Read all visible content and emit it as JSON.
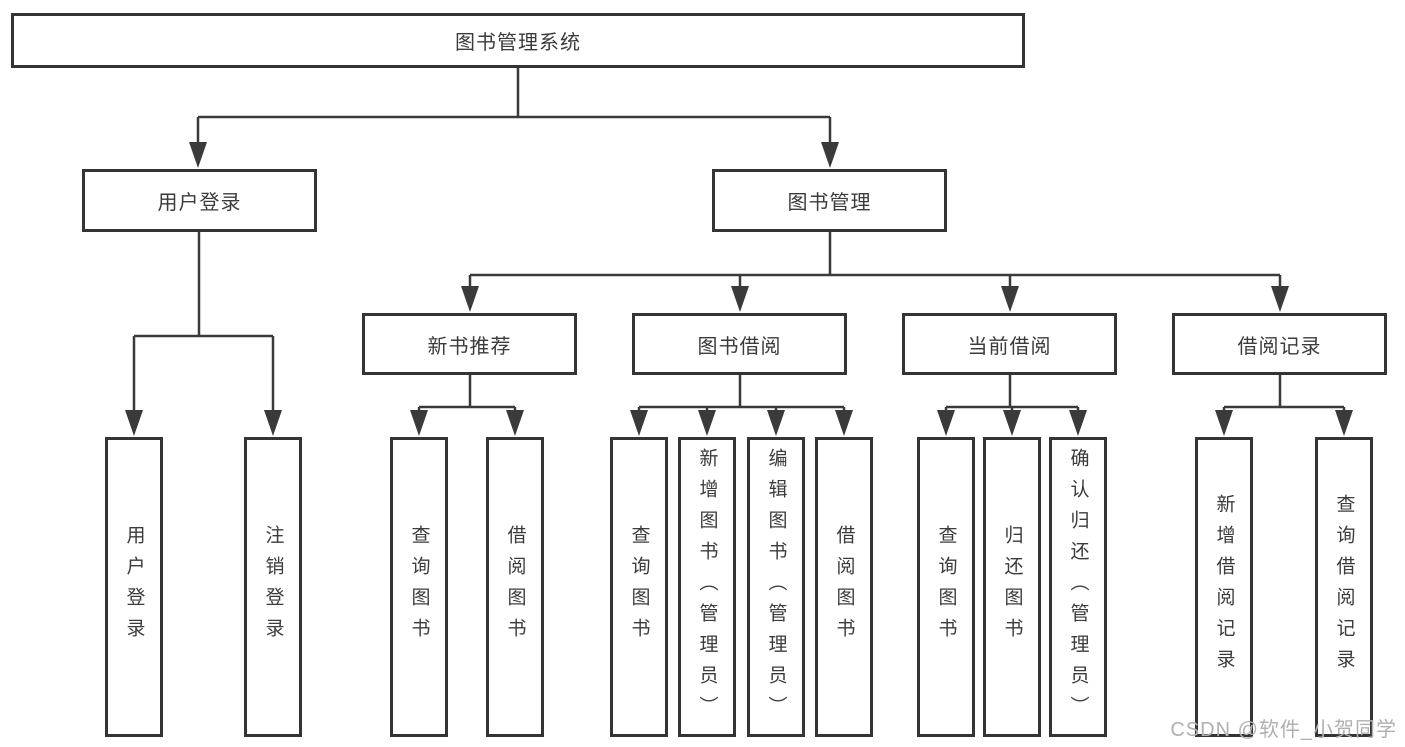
{
  "diagram": {
    "title": "图书管理系统",
    "root": "图书管理系统",
    "branches": {
      "user_login": "用户登录",
      "book_mgmt": "图书管理"
    },
    "modules": {
      "new_book": "新书推荐",
      "book_borrow": "图书借阅",
      "current_borrow": "当前借阅",
      "borrow_record": "借阅记录"
    },
    "leaves": {
      "user_login": "用户登录",
      "logout": "注销登录",
      "newbook_query": "查询图书",
      "newbook_borrow": "借阅图书",
      "borrow_query": "查询图书",
      "borrow_add": "新增图书（管理员）",
      "borrow_edit": "编辑图书（管理员）",
      "borrow_borrow": "借阅图书",
      "current_query": "查询图书",
      "current_return": "归还图书",
      "current_confirm": "确认归还（管理员）",
      "record_add": "新增借阅记录",
      "record_query": "查询借阅记录"
    }
  },
  "watermark": "CSDN @软件_小贺同学",
  "colors": {
    "box_border": "#343434",
    "connector_line": "#3a3a3a",
    "text": "#3b3b3b",
    "watermark": "#b0b0b0",
    "background": "#ffffff"
  }
}
